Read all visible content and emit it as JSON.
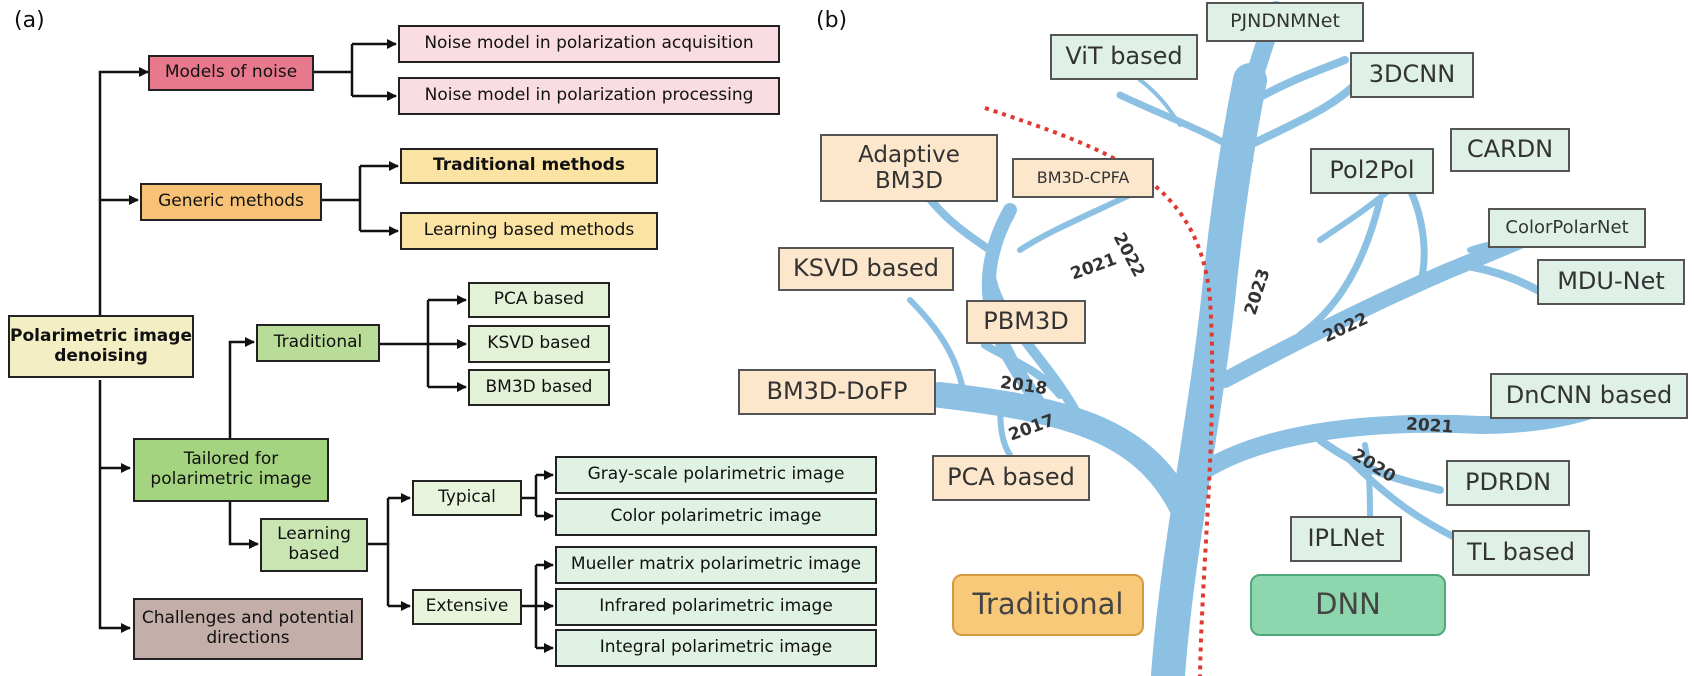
{
  "panel_a": {
    "label": "(a)",
    "root": "Polarimetric image denoising",
    "noise": "Models of noise",
    "noise_acq": "Noise model in polarization acquisition",
    "noise_proc": "Noise model in polarization processing",
    "generic": "Generic methods",
    "generic_trad": "Traditional methods",
    "generic_learn": "Learning based methods",
    "tailored": "Tailored for polarimetric image",
    "traditional": "Traditional",
    "pca": "PCA based",
    "ksvd": "KSVD based",
    "bm3d": "BM3D based",
    "learning": "Learning based",
    "typical": "Typical",
    "extensive": "Extensive",
    "gray": "Gray-scale polarimetric image",
    "color": "Color polarimetric image",
    "mueller": "Mueller matrix polarimetric image",
    "infrared": "Infrared polarimetric image",
    "integral": "Integral polarimetric image",
    "challenges": "Challenges and potential directions"
  },
  "panel_b": {
    "label": "(b)",
    "traditional_methods": [
      "Adaptive BM3D",
      "BM3D-CPFA",
      "KSVD based",
      "PBM3D",
      "BM3D-DoFP",
      "PCA based"
    ],
    "dnn_methods": [
      "ViT based",
      "PJNDNMNet",
      "3DCNN",
      "Pol2Pol",
      "CARDN",
      "ColorPolarNet",
      "MDU-Net",
      "DnCNN based",
      "PDRDN",
      "IPLNet",
      "TL based"
    ],
    "years": [
      "2022",
      "2021",
      "2018",
      "2017",
      "2023",
      "2022",
      "2021",
      "2020"
    ],
    "legend_traditional": "Traditional",
    "legend_dnn": "DNN"
  },
  "colors": {
    "noise": "#e8798c",
    "noise_child": "#f9dde2",
    "generic": "#f7c176",
    "generic_child": "#fbe3a3",
    "root": "#f3eec4",
    "trad_green": "#b9dd99",
    "trad_child": "#e3f1d6",
    "tailored": "#a4d47f",
    "learn_child": "#e0f2e4",
    "challenges": "#c4aeaa",
    "trad_b": "#fde7cc",
    "dnn_b": "#dff1e7",
    "legend_trad": "#f9c97a",
    "legend_dnn": "#8ed6ad",
    "tree": "#8cc1e4"
  }
}
